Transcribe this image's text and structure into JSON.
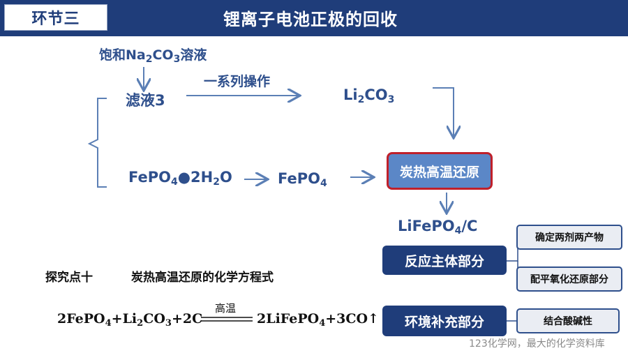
{
  "header": {
    "section_tag": "环节三",
    "title": "锂离子电池正极的回收"
  },
  "flow": {
    "reagent_prefix": "饱和Na",
    "reagent_sub1": "2",
    "reagent_mid": "CO",
    "reagent_sub2": "3",
    "reagent_suffix": "溶液",
    "filtrate": "滤液3",
    "process_label": "一系列操作",
    "li2co3_a": "Li",
    "li2co3_sub1": "2",
    "li2co3_b": "CO",
    "li2co3_sub2": "3",
    "fepo4_hydrate_a": "FePO",
    "fepo4_hydrate_sub1": "4",
    "fepo4_hydrate_b": "●2H",
    "fepo4_hydrate_sub2": "2",
    "fepo4_hydrate_c": "O",
    "fepo4_a": "FePO",
    "fepo4_sub": "4",
    "reduction_step": "炭热高温还原",
    "product_a": "LiFePO",
    "product_sub": "4",
    "product_b": "/C"
  },
  "analysis": {
    "main_part": "反应主体部分",
    "supplement_part": "环境补充部分",
    "sub_item_1": "确定两剂两产物",
    "sub_item_2": "配平氧化还原部分",
    "sub_item_3": "结合酸碱性"
  },
  "key_point": {
    "label": "探究点十",
    "title": "炭热高温还原的化学方程式"
  },
  "equation": {
    "lhs_1": "2FePO",
    "lhs_1_sub": "4",
    "lhs_2": "+Li",
    "lhs_2_sub": "2",
    "lhs_3": "CO",
    "lhs_3_sub": "3",
    "lhs_4": "+2C",
    "condition": "高温",
    "rhs_1": "2LiFePO",
    "rhs_1_sub": "4",
    "rhs_2": "+3CO↑"
  },
  "watermark": "123化学网，最大的化学资料库",
  "colors": {
    "navy": "#1f3d7a",
    "flow_text": "#2e4f8c",
    "arrow": "#5b7fb5",
    "highlight_border": "#c0202a",
    "highlight_fill": "#5b87c7"
  }
}
